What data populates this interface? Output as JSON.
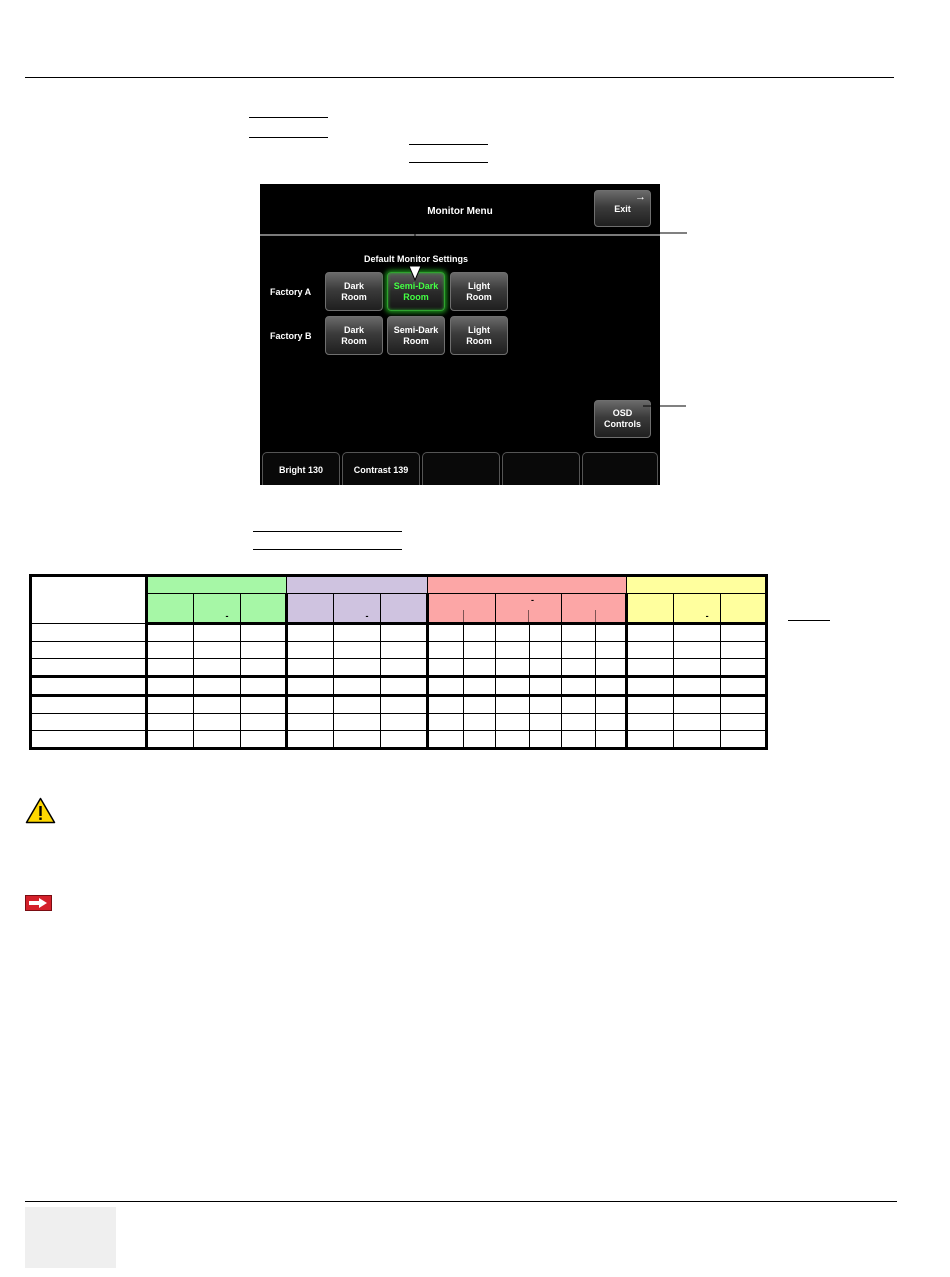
{
  "monitor_menu": {
    "title": "Monitor Menu",
    "exit_label": "Exit",
    "section_title": "Default Monitor Settings",
    "rows": [
      {
        "label": "Factory A",
        "buttons": [
          {
            "line1": "Dark",
            "line2": "Room",
            "selected": false
          },
          {
            "line1": "Semi-Dark",
            "line2": "Room",
            "selected": true
          },
          {
            "line1": "Light",
            "line2": "Room",
            "selected": false
          }
        ]
      },
      {
        "label": "Factory B",
        "buttons": [
          {
            "line1": "Dark",
            "line2": "Room",
            "selected": false
          },
          {
            "line1": "Semi-Dark",
            "line2": "Room",
            "selected": false
          },
          {
            "line1": "Light",
            "line2": "Room",
            "selected": false
          }
        ]
      }
    ],
    "osd_line1": "OSD",
    "osd_line2": "Controls",
    "softkeys": [
      "Bright 130",
      "Contrast 139",
      "",
      "",
      ""
    ]
  },
  "table": {
    "group_colors": {
      "green": "#a6f7a6",
      "purple": "#cfc3e0",
      "red": "#fca6a6",
      "yellow": "#ffff9e"
    },
    "dash": "-"
  },
  "colors": {
    "selected_text": "#43ff43",
    "warning_yellow": "#ffd800",
    "arrow_red": "#d4202a"
  }
}
